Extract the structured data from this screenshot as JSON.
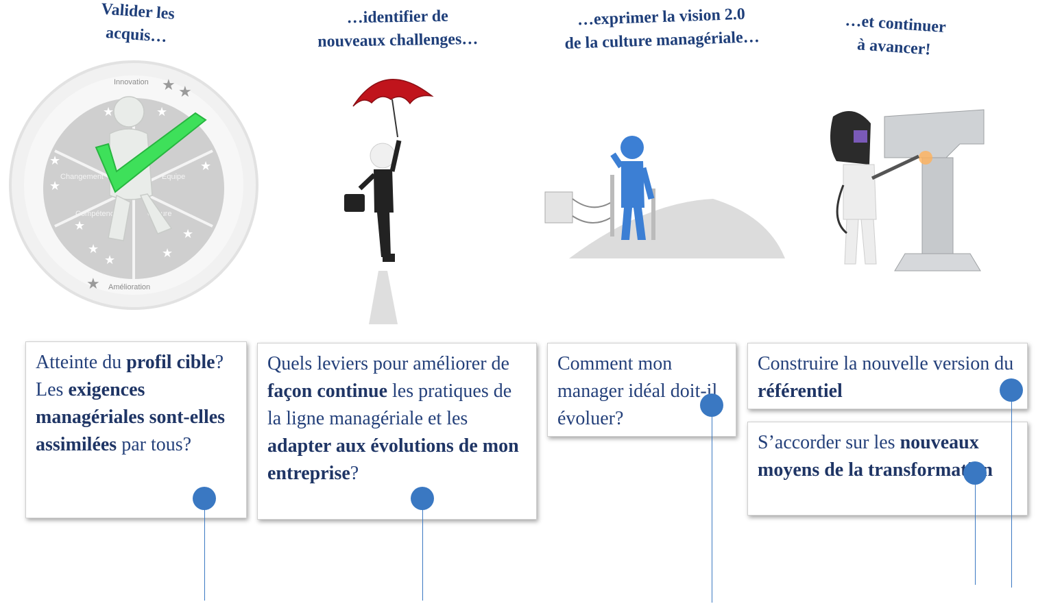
{
  "headings": [
    {
      "lines": [
        "Valider les",
        "acquis…"
      ]
    },
    {
      "lines": [
        "…identifier de",
        "nouveaux challenges…"
      ]
    },
    {
      "lines": [
        "…exprimer la vision 2.0",
        "de la culture managériale…"
      ]
    },
    {
      "lines": [
        "…et continuer",
        "à avancer!"
      ]
    }
  ],
  "wheel": {
    "innovation": "Innovation",
    "changement": "Changement",
    "equipe": "Equipe",
    "competence": "Compétence",
    "culture": "Culture",
    "amelioration": "Amélioration"
  },
  "boxes": {
    "b1": {
      "t1": "Atteinte du ",
      "b1": "profil cible",
      "t2": "?",
      "t3": "Les ",
      "b2": "exigences managériales sont-elles assimilées",
      "t4": " par tous?"
    },
    "b2": {
      "t1": "Quels leviers pour améliorer de ",
      "b1": "façon continue",
      "t2": " les pratiques de la ligne managériale et les ",
      "b2": "adapter aux évolutions de mon entreprise",
      "t3": "?"
    },
    "b3": {
      "t1": "Comment mon manager idéal doit-il évoluer?"
    },
    "b4": {
      "t1": "Construire la nouvelle version du ",
      "b1": "référentiel"
    },
    "b5": {
      "t1": "S’accorder sur les ",
      "b1": "nouveaux moyens de la transformation"
    }
  },
  "colors": {
    "heading": "#1f3f7a",
    "accent": "#3a78c2",
    "check": "#3ee05a",
    "umbrella": "#c0141c",
    "figure_blue": "#3c7fd4"
  }
}
